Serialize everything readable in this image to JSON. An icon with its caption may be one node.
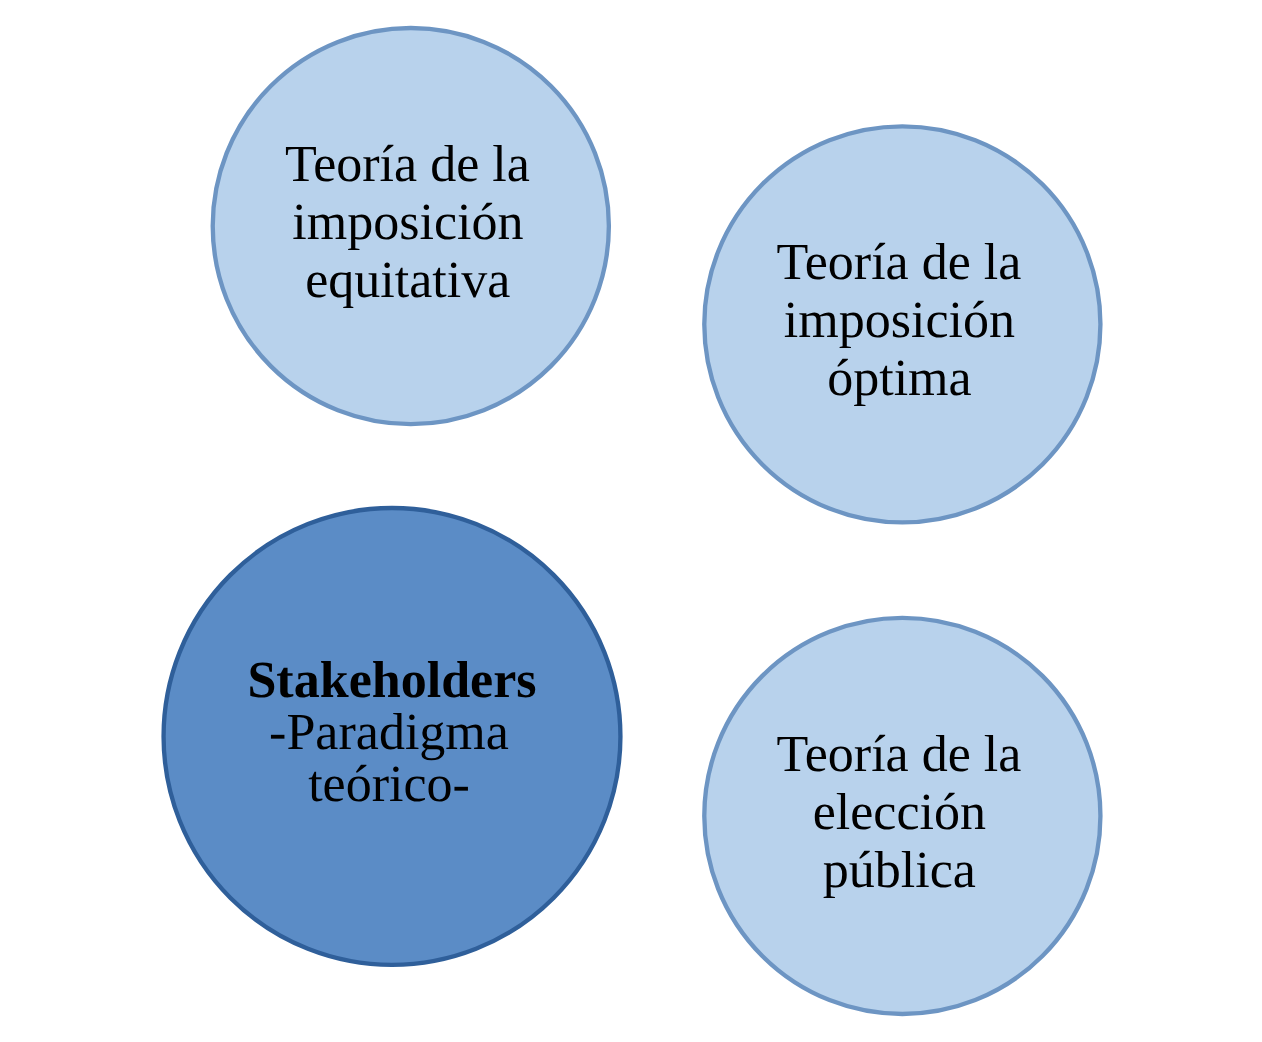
{
  "diagram": {
    "nodes": [
      {
        "text": [
          "Teoría de la imposición óptima"
        ]
      },
      {
        "text": [
          "Stakeholders",
          "-Paradigma teórico-"
        ]
      },
      {
        "text": [
          "Teoría de la elección pública"
        ]
      },
      {
        "text": [
          "Teoría de la imposición equitativa"
        ]
      }
    ]
  }
}
